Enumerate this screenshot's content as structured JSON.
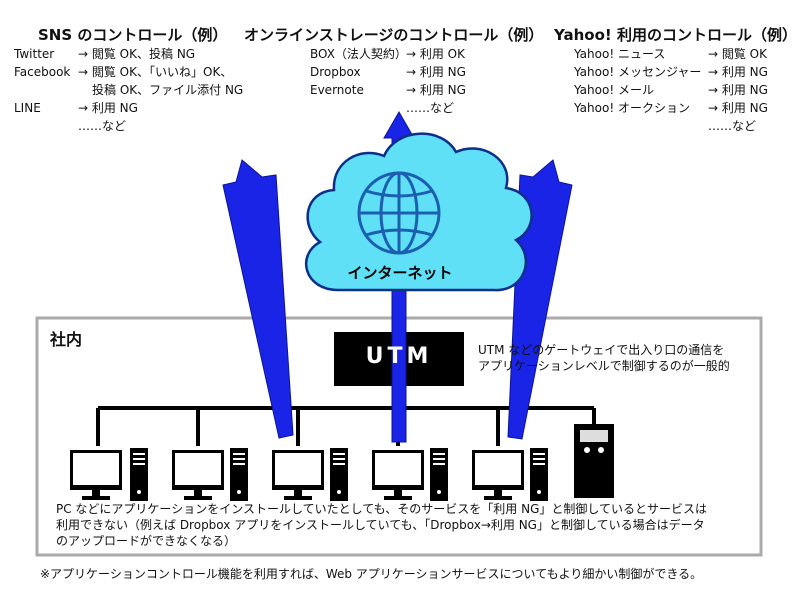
{
  "headings": {
    "sns": "SNS のコントロール（例）",
    "storage": "オンラインストレージのコントロール（例）",
    "yahoo": "Yahoo! 利用のコントロール（例）"
  },
  "sns_rows": [
    {
      "service": "Twitter",
      "control": "→ 閲覧 OK、投稿 NG"
    },
    {
      "service": "Facebook",
      "control": "→ 閲覧 OK、「いいね」OK、"
    },
    {
      "service": "",
      "control": "投稿 OK、ファイル添付 NG"
    },
    {
      "service": "LINE",
      "control": "→ 利用 NG"
    },
    {
      "service": "",
      "control": "……など"
    }
  ],
  "storage_rows": [
    {
      "service": "BOX（法人契約）",
      "control": "→ 利用 OK"
    },
    {
      "service": "Dropbox",
      "control": "→ 利用 NG"
    },
    {
      "service": "Evernote",
      "control": "→ 利用 NG"
    },
    {
      "service": "",
      "control": "……など"
    }
  ],
  "yahoo_rows": [
    {
      "service": "Yahoo! ニュース",
      "control": "→ 閲覧 OK"
    },
    {
      "service": "Yahoo! メッセンジャー",
      "control": "→ 利用 NG"
    },
    {
      "service": "Yahoo! メール",
      "control": "→ 利用 NG"
    },
    {
      "service": "Yahoo! オークション",
      "control": "→ 利用 NG"
    },
    {
      "service": "",
      "control": "……など"
    }
  ],
  "cloud_label": "インターネット",
  "office_label": "社内",
  "utm_label": "UTM",
  "utm_note": [
    "UTM などのゲートウェイで出入り口の通信を",
    "アプリケーションレベルで制御するのが一般的"
  ],
  "pc_note": [
    "PC などにアプリケーションをインストールしていたとしても、そのサービスを「利用 NG」と制御しているとサービスは",
    "利用できない（例えば Dropbox アプリをインストールしていても、「Dropbox→利用 NG」と制御している場合はデータ",
    "のアップロードができなくなる）"
  ],
  "footnote": "※アプリケーションコントロール機能を利用すれば、Web アプリケーションサービスについてもより細かい制御ができる。",
  "colors": {
    "arrow": "#1a24e6",
    "arrow_dark": "#0c1496",
    "cloud_fill": "#5fe0f6",
    "cloud_stroke": "#0b2f8a",
    "globe": "#1c5fb0",
    "box_border": "#aaaaaa"
  }
}
